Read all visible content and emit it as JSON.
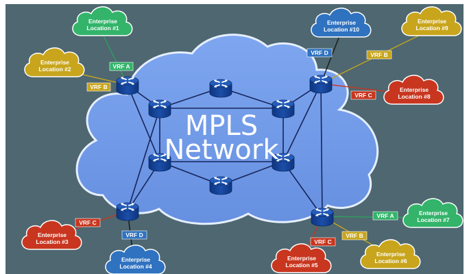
{
  "network": {
    "title_line1": "MPLS",
    "title_line2": "Network"
  },
  "colors": {
    "background": "#4e6770",
    "cloud": "#6f9ae8",
    "router": "#1a4ca6",
    "green": "#33b46a",
    "yellow": "#c8a51c",
    "red": "#c8361f",
    "blue": "#2f72c0"
  },
  "sites": [
    {
      "line1": "Enterprise",
      "line2": "Location #1",
      "color": "green"
    },
    {
      "line1": "Enterprise",
      "line2": "Location #2",
      "color": "yellow"
    },
    {
      "line1": "Enterprise",
      "line2": "Location #3",
      "color": "red"
    },
    {
      "line1": "Enterprise",
      "line2": "Location #4",
      "color": "blue"
    },
    {
      "line1": "Enterprise",
      "line2": "Location #5",
      "color": "red"
    },
    {
      "line1": "Enterprise",
      "line2": "Location #6",
      "color": "yellow"
    },
    {
      "line1": "Enterprise",
      "line2": "Location #7",
      "color": "green"
    },
    {
      "line1": "Enterprise",
      "line2": "Location #8",
      "color": "red"
    },
    {
      "line1": "Enterprise",
      "line2": "Location #9",
      "color": "yellow"
    },
    {
      "line1": "Enterprise",
      "line2": "Location #10",
      "color": "blue"
    }
  ],
  "vrf_tags": [
    {
      "text": "VRF A",
      "color": "green"
    },
    {
      "text": "VRF B",
      "color": "yellow"
    },
    {
      "text": "VRF C",
      "color": "red"
    },
    {
      "text": "VRF D",
      "color": "blue"
    },
    {
      "text": "VRF C",
      "color": "red"
    },
    {
      "text": "VRF B",
      "color": "yellow"
    },
    {
      "text": "VRF A",
      "color": "green"
    },
    {
      "text": "VRF C",
      "color": "red"
    },
    {
      "text": "VRF B",
      "color": "yellow"
    },
    {
      "text": "VRF D",
      "color": "blue"
    }
  ]
}
